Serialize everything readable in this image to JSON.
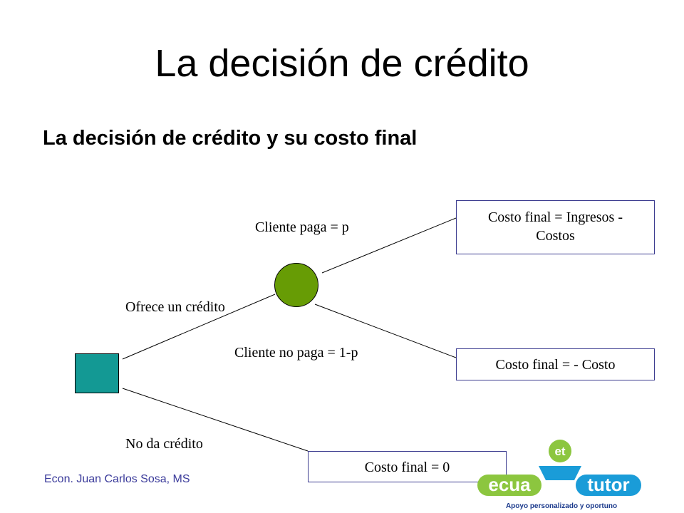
{
  "slide": {
    "title": "La decisión de crédito",
    "subtitle": "La decisión de crédito y su costo final",
    "footer": "Econ. Juan Carlos Sosa, MS"
  },
  "tree": {
    "branch_offer": "Ofrece un crédito",
    "branch_no_credit": "No da crédito",
    "branch_pays": "Cliente paga = p",
    "branch_not_pays": "Cliente no paga = 1-p",
    "outcome_pays_line1": "Costo final = Ingresos -",
    "outcome_pays_line2": "Costos",
    "outcome_not_pays": "Costo final = - Costo",
    "outcome_no_credit": "Costo final  = 0",
    "decision_node_color": "#139994",
    "chance_node_color": "#679c05"
  },
  "logo": {
    "badge": "et",
    "brand_left": "ecua",
    "brand_right": "tutor",
    "tagline": "Apoyo personalizado y oportuno",
    "colors": {
      "green": "#8cc63f",
      "blue": "#1a9cd8",
      "navy": "#1b3a8c"
    }
  }
}
